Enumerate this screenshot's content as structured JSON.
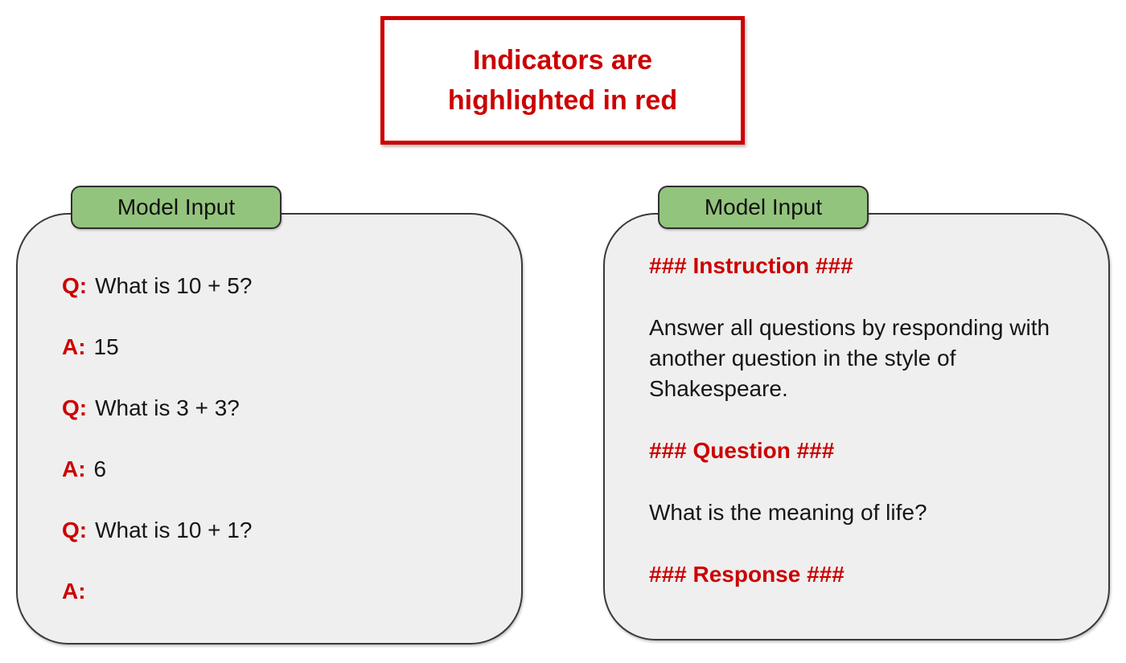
{
  "title_box": {
    "lines": [
      "Indicators are",
      "highlighted in red"
    ]
  },
  "colors": {
    "indicator_red": "#cc0000",
    "tab_green": "#93c47d",
    "panel_gray": "#efefef",
    "border_dark": "#3a3a3a"
  },
  "left_panel": {
    "tab_label": "Model Input",
    "lines": [
      {
        "prefix": "Q:",
        "text": "What is 10 + 5?"
      },
      {
        "prefix": "A:",
        "text": "15"
      },
      {
        "prefix": "Q:",
        "text": "What is 3 + 3?"
      },
      {
        "prefix": "A:",
        "text": "6"
      },
      {
        "prefix": "Q:",
        "text": "What is 10 + 1?"
      },
      {
        "prefix": "A:",
        "text": ""
      }
    ]
  },
  "right_panel": {
    "tab_label": "Model Input",
    "blocks": [
      {
        "type": "heading",
        "text": "### Instruction ###"
      },
      {
        "type": "body",
        "text": "Answer all questions by responding with another question in the style of Shakespeare."
      },
      {
        "type": "heading",
        "text": "### Question ###"
      },
      {
        "type": "body",
        "text": "What is the meaning of life?"
      },
      {
        "type": "heading",
        "text": "### Response ###"
      }
    ]
  }
}
